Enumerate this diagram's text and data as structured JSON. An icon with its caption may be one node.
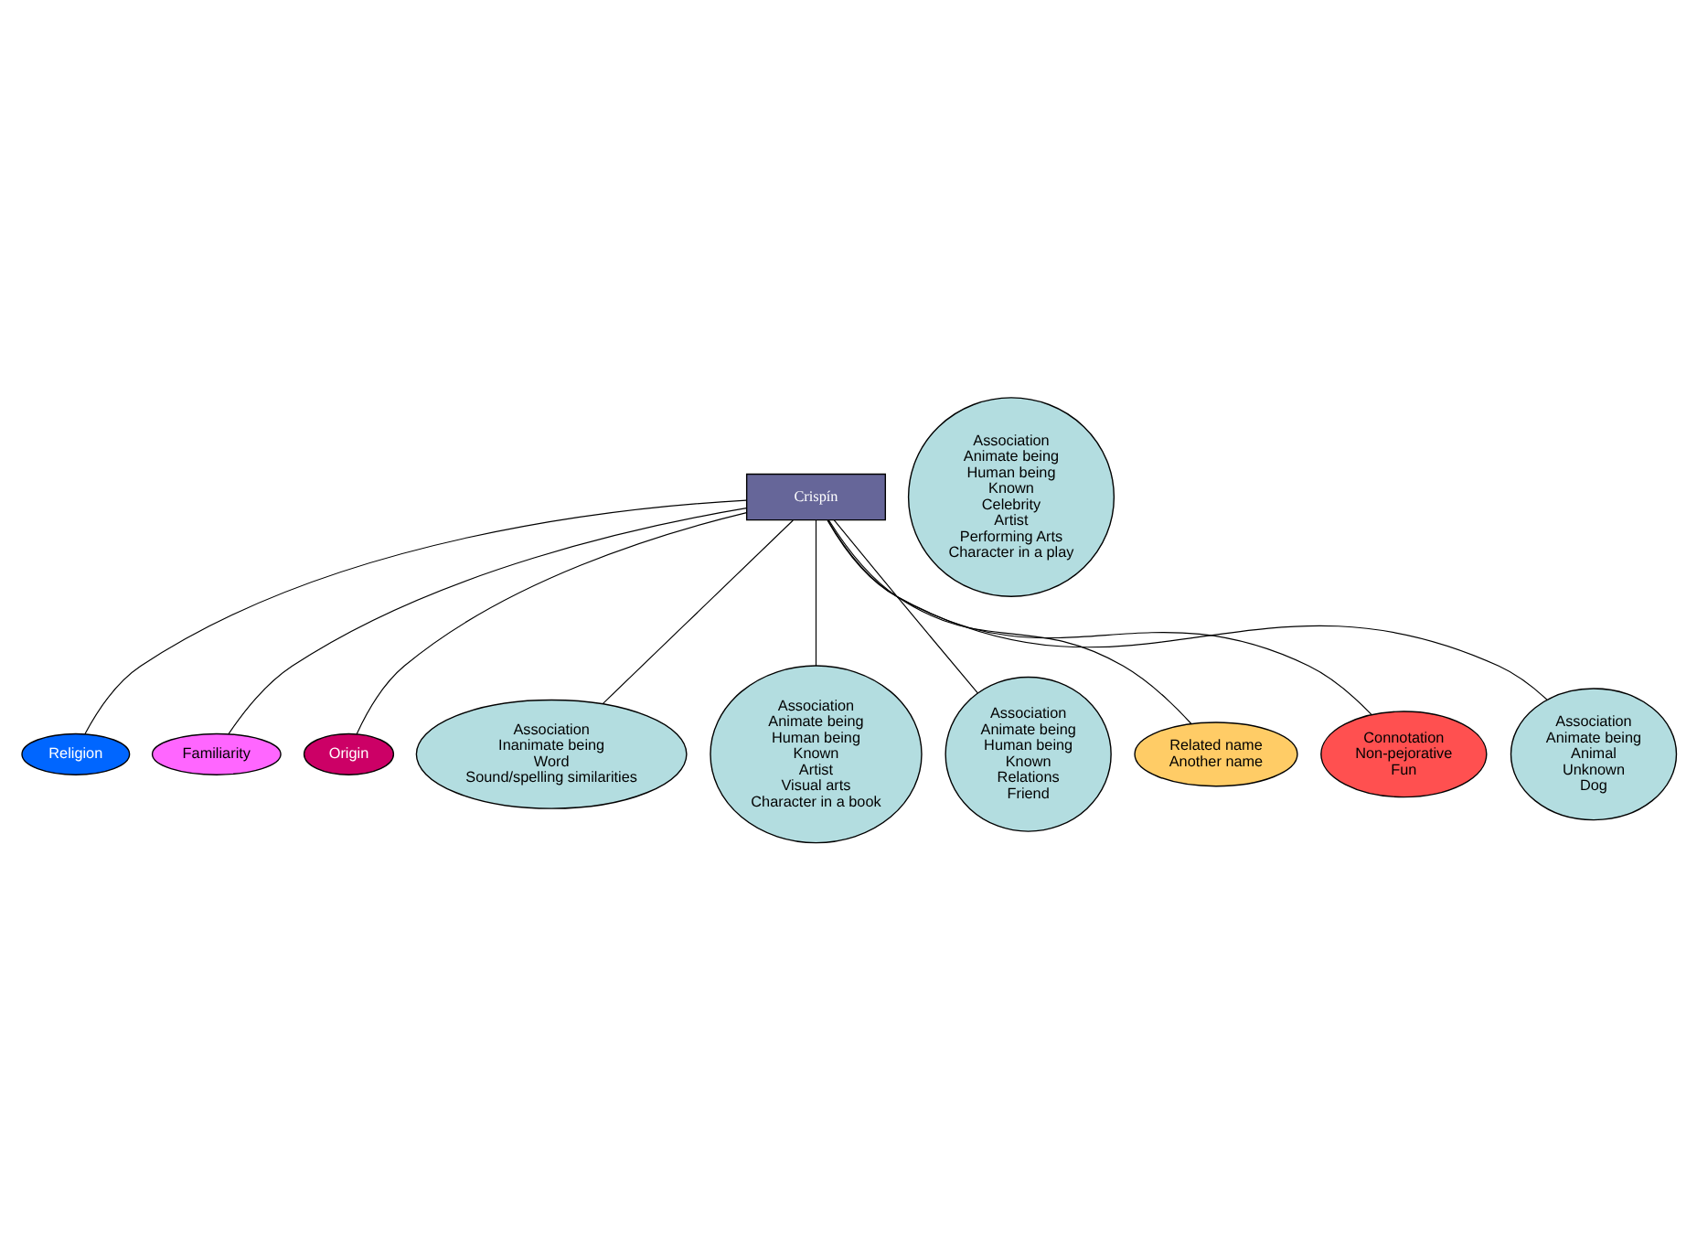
{
  "diagram": {
    "nodes": [
      {
        "text": [
          "Crispín"
        ]
      },
      {
        "text": [
          "Religion"
        ]
      },
      {
        "text": [
          "Familiarity"
        ]
      },
      {
        "text": [
          "Origin"
        ]
      },
      {
        "text": [
          "Association",
          "Inanimate being",
          "Word",
          "Sound/spelling similarities"
        ]
      },
      {
        "text": [
          "Association",
          "Animate being",
          "Human being",
          "Known",
          "Artist",
          "Visual arts",
          "Character in a book"
        ]
      },
      {
        "text": [
          "Association",
          "Animate being",
          "Human being",
          "Known",
          "Relations",
          "Friend"
        ]
      },
      {
        "text": [
          "Related name",
          "Another name"
        ]
      },
      {
        "text": [
          "Connotation",
          "Non-pejorative",
          "Fun"
        ]
      },
      {
        "text": [
          "Association",
          "Animate being",
          "Human being",
          "Known",
          "Celebrity",
          "Artist",
          "Performing Arts",
          "Character in a play"
        ]
      },
      {
        "text": [
          "Association",
          "Animate being",
          "Animal",
          "Unknown",
          "Dog"
        ]
      }
    ],
    "edges": [
      {
        "from": 0,
        "to": 1,
        "arrow": "none"
      },
      {
        "from": 0,
        "to": 2,
        "arrow": "none"
      },
      {
        "from": 0,
        "to": 3,
        "arrow": "none"
      },
      {
        "from": 0,
        "to": 4,
        "arrow": "none"
      },
      {
        "from": 0,
        "to": 5,
        "arrow": "none"
      },
      {
        "from": 0,
        "to": 6,
        "arrow": "none"
      },
      {
        "from": 0,
        "to": 7,
        "arrow": "none"
      },
      {
        "from": 0,
        "to": 8,
        "arrow": "none"
      },
      {
        "from": 0,
        "to": 10,
        "arrow": "none"
      }
    ]
  }
}
